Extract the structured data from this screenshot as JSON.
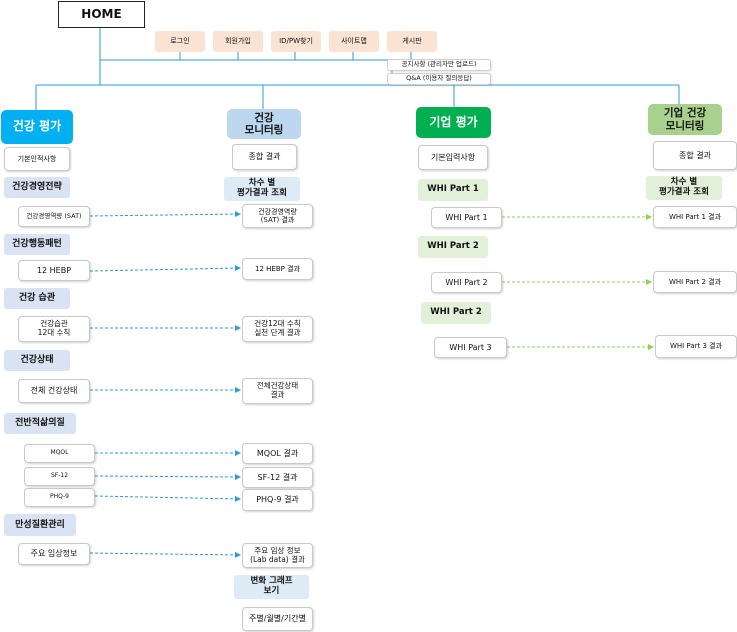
{
  "colors": {
    "blue": "#00b0f0",
    "light_blue": "#bdd7ee",
    "pale_blue": "#deebf7",
    "green": "#00b050",
    "light_green": "#a9d18e",
    "pale_green": "#e2f0d9",
    "orange": "#fbe3d4",
    "lavender": "#dae3f3",
    "line_blue": "#2e9bd6",
    "line_green": "#92d050"
  },
  "home": "HOME",
  "top_menu": [
    "로그인",
    "회원가입",
    "ID/PW찾기",
    "사이트맵",
    "게시판"
  ],
  "board_items": [
    "공지사항 (관리자만 업로드)",
    "Q&A (이용자 질의응답)"
  ],
  "health_eval": {
    "title": "건강 평가",
    "basic_input": "기본인적사항",
    "categories": [
      {
        "name": "건강경영전략",
        "items": [
          "건강경영역량 (SAT)"
        ]
      },
      {
        "name": "건강행동패턴",
        "items": [
          "12 HEBP"
        ]
      },
      {
        "name": "건강 습관",
        "items": [
          "건강습관\n12대 수칙"
        ]
      },
      {
        "name": "건강상태",
        "items": [
          "전체 건강상태"
        ]
      },
      {
        "name": "전반적삶의질",
        "items": [
          "MQOL",
          "SF-12",
          "PHQ-9"
        ]
      },
      {
        "name": "만성질환관리",
        "items": [
          "주요 임상정보"
        ]
      }
    ]
  },
  "health_monitor": {
    "title": "건강\n모니터링",
    "summary": "종합 결과",
    "by_round": "차수 별\n평가결과 조회",
    "results": [
      "건강경영역량\n(SAT) 결과",
      "12 HEBP 결과",
      "건강12대 수칙\n실천 단계 결과",
      "전체건강상태\n결과",
      "MQOL 결과",
      "SF-12 결과",
      "PHQ-9 결과",
      "주요 임상 정보\n(Lab data) 결과"
    ],
    "change_graph": "변화 그래프\n보기",
    "period": "주별/월별/기간별"
  },
  "corp_eval": {
    "title": "기업 평가",
    "basic_input": "기본입력사항",
    "parts": [
      {
        "name": "WHI Part 1",
        "item": "WHI Part 1"
      },
      {
        "name": "WHI Part 2",
        "item": "WHI Part 2"
      },
      {
        "name": "WHI Part 2",
        "item": "WHI Part 3"
      }
    ]
  },
  "corp_monitor": {
    "title": "기업 건강\n모니터링",
    "summary": "종합 결과",
    "by_round": "차수 별\n평가결과 조회",
    "results": [
      "WHI Part 1 결과",
      "WHI Part 2 결과",
      "WHI Part 3 결과"
    ]
  }
}
